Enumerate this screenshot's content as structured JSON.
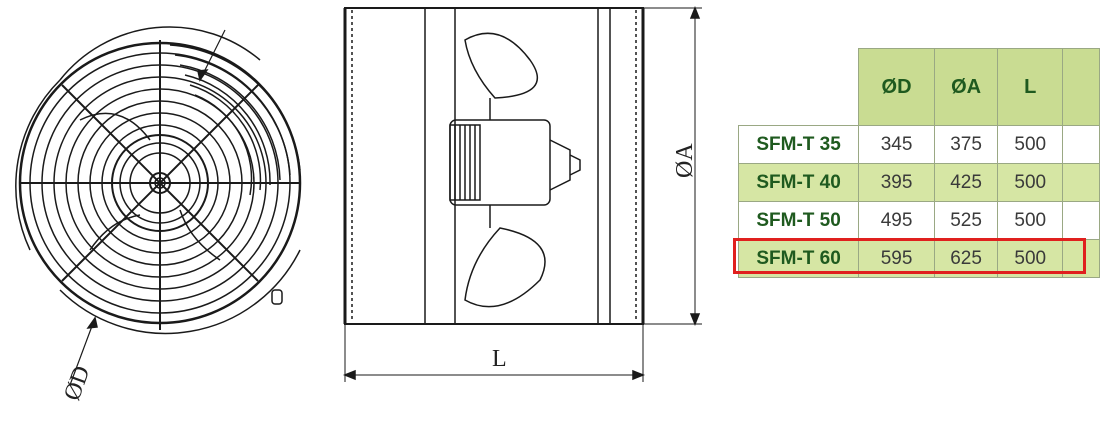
{
  "drawing": {
    "front_label": "ØD",
    "side_height_label": "ØA",
    "side_length_label": "L"
  },
  "table": {
    "headers": [
      "ØD",
      "ØA",
      "L"
    ],
    "rows": [
      {
        "model": "SFM-T 35",
        "d": "345",
        "a": "375",
        "l": "500"
      },
      {
        "model": "SFM-T 40",
        "d": "395",
        "a": "425",
        "l": "500"
      },
      {
        "model": "SFM-T 50",
        "d": "495",
        "a": "525",
        "l": "500"
      },
      {
        "model": "SFM-T 60",
        "d": "595",
        "a": "625",
        "l": "500"
      }
    ],
    "highlighted_row": "SFM-T 60",
    "highlight_color": "#e0201e",
    "header_color": "#c9dc92",
    "shade_color": "#d6e6a4"
  }
}
